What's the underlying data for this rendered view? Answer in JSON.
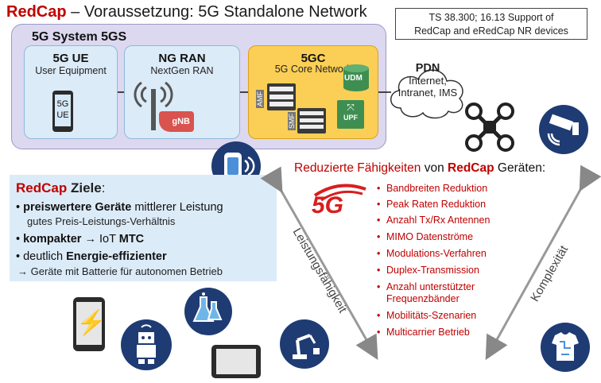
{
  "header": {
    "title_redcap": "RedCap",
    "title_rest": " – Voraussetzung: 5G Standalone Network",
    "spec_line1": "TS 38.300; 16.13 Support of",
    "spec_line2": "RedCap and eRedCap NR devices"
  },
  "system": {
    "title": "5G System 5GS",
    "ue": {
      "title": "5G UE",
      "subtitle": "User Equipment",
      "phone_line1": "5G",
      "phone_line2": "UE"
    },
    "ran": {
      "title": "NG RAN",
      "subtitle": "NextGen RAN",
      "gnb": "gNB"
    },
    "core": {
      "title": "5GC",
      "subtitle": "5G Core Network",
      "amf": "AMF",
      "smf": "SMF",
      "udm": "UDM",
      "upf": "UPF"
    }
  },
  "pdn": {
    "title": "PDN",
    "line1": "Internet,",
    "line2": "Intranet, IMS"
  },
  "goals": {
    "title_redcap": "RedCap",
    "title_rest": " Ziele",
    "title_colon": ":",
    "item1_bold": "preiswertere Geräte",
    "item1_rest": " mittlerer Leistung",
    "item1_sub": "gutes Preis-Leistungs-Verhältnis",
    "item2_bold": "kompakter",
    "item2_arrow": " → ",
    "item2_mid": "IoT ",
    "item2_bold2": "MTC",
    "item3_pre": "deutlich ",
    "item3_bold": "Energie-effizienter",
    "item3_sub": "→ Geräte mit Batterie für autonomen Betrieb"
  },
  "reduced": {
    "title_part1": "Reduzierte Fähigkeiten",
    "title_part2": " von ",
    "title_part3": "RedCap",
    "title_part4": " Geräten:",
    "features": [
      "Bandbreiten Reduktion",
      "Peak Raten Reduktion",
      "Anzahl Tx/Rx Antennen",
      "MIMO Datenströme",
      "Modulations-Verfahren",
      "Duplex-Transmission",
      "Anzahl unterstützter",
      "Frequenzbänder",
      "Mobilitäts-Szenarien",
      "Multicarrier Betrieb"
    ],
    "logo": "5G"
  },
  "axes": {
    "left": "Leistungsfähigkeit",
    "right": "Komplexität"
  },
  "colors": {
    "redcap_red": "#c00000",
    "circle_navy": "#1f3b73",
    "core_gold": "#fbcf55",
    "box_blue": "#dcebf8",
    "system_lilac": "#dcd8f0"
  },
  "icons": [
    "smartwatch-icon",
    "drone-icon",
    "security-camera-icon",
    "smartphone-charging-icon",
    "lab-flask-icon",
    "robot-icon",
    "tablet-icon",
    "industrial-robot-arm-icon",
    "smart-tshirt-icon",
    "antenna-icon"
  ]
}
